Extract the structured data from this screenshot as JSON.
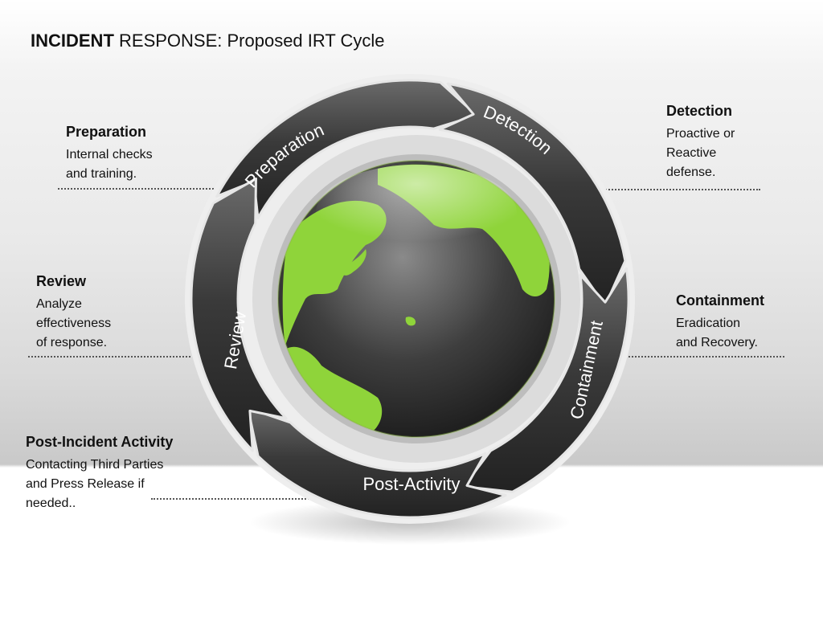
{
  "title": {
    "bold": "INCIDENT",
    "rest": " RESPONSE: Proposed IRT Cycle"
  },
  "colors": {
    "segment_dark": "#2a2a2a",
    "segment_light": "#6a6a6a",
    "segment_border": "#e6e6e6",
    "land_green": "#8fd43a",
    "globe_dark": "#2b2b2b"
  },
  "cycle": {
    "preparation": "Preparation",
    "detection": "Detection",
    "containment": "Containment",
    "post_activity": "Post-Activity",
    "review": "Review"
  },
  "notes": {
    "preparation": {
      "title": "Preparation",
      "text": "Internal checks\nand training."
    },
    "detection": {
      "title": "Detection",
      "text": "Proactive or\nReactive\ndefense."
    },
    "review": {
      "title": "Review",
      "text": "Analyze\neffectiveness\nof response."
    },
    "containment": {
      "title": "Containment",
      "text": "Eradication\nand Recovery."
    },
    "post_incident": {
      "title": "Post-Incident Activity",
      "text": "Contacting Third Parties\nand Press Release if\nneeded.."
    }
  }
}
